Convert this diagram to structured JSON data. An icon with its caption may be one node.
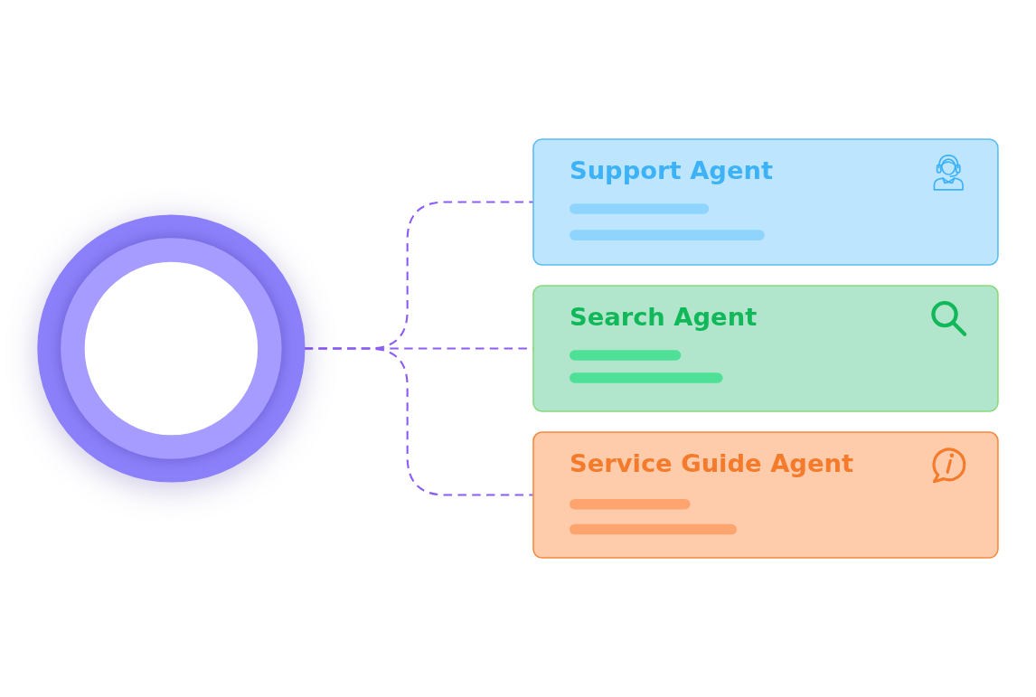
{
  "diagram": {
    "nodes": [
      {
        "text": [],
        "shape": "circle"
      },
      {
        "text": [
          "Support Agent"
        ]
      },
      {
        "text": [
          "Search Agent"
        ]
      },
      {
        "text": [
          "Service Guide Agent"
        ]
      }
    ],
    "edges": [
      {
        "from": 0,
        "to": 1,
        "arrow": "none",
        "style": "dashed"
      },
      {
        "from": 0,
        "to": 2,
        "arrow": "none",
        "style": "dashed"
      },
      {
        "from": 0,
        "to": 3,
        "arrow": "none",
        "style": "dashed"
      }
    ]
  }
}
